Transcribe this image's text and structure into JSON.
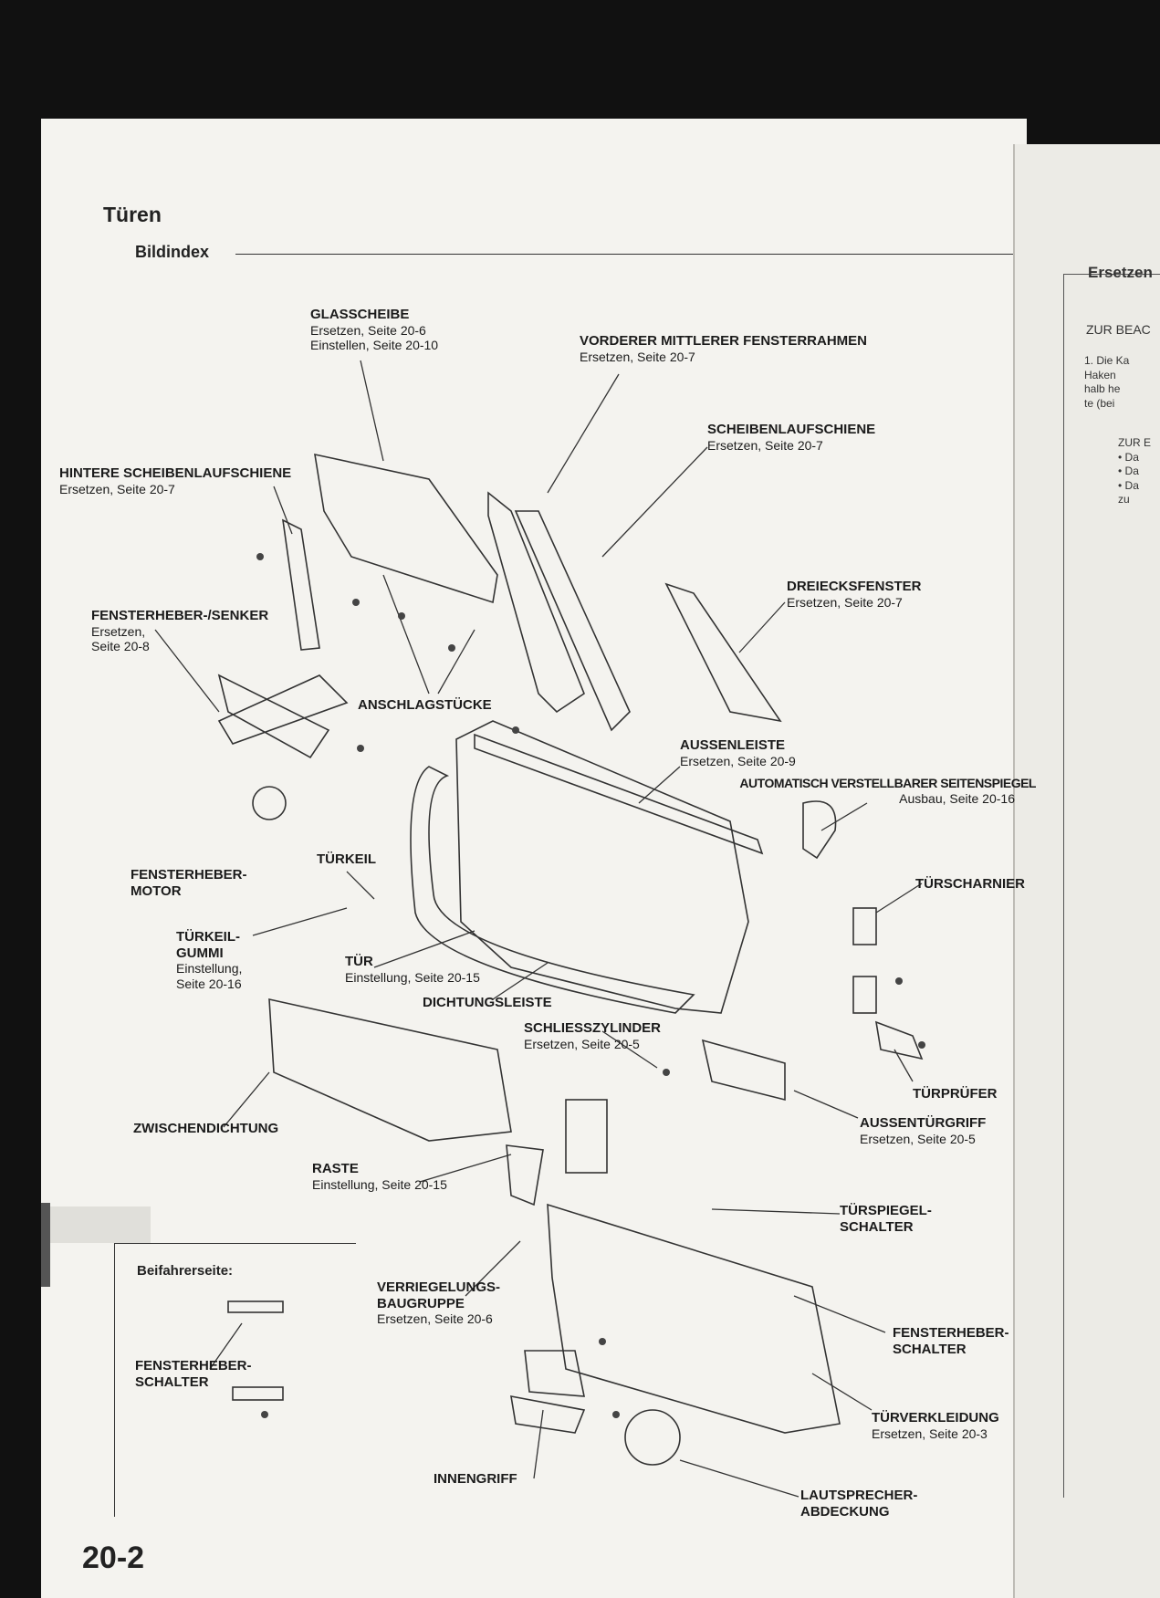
{
  "header": {
    "title": "Türen",
    "subtitle": "Bildindex"
  },
  "page_number": "20-2",
  "inset": {
    "title": "Beifahrerseite:"
  },
  "right_page": {
    "header": "Ersetzen",
    "lines": [
      "ZUR BEAC",
      "1.  Die Ka\n     Haken\n     halb he\n     te (bei",
      "ZUR E\n  • Da\n  • Da\n  • Da\n     zu"
    ]
  },
  "labels": [
    {
      "title": "GLASSCHEIBE",
      "sub": "Ersetzen, Seite 20-6\nEinstellen, Seite 20-10"
    },
    {
      "title": "VORDERER MITTLERER FENSTERRAHMEN",
      "sub": "Ersetzen, Seite 20-7"
    },
    {
      "title": "SCHEIBENLAUFSCHIENE",
      "sub": "Ersetzen, Seite 20-7"
    },
    {
      "title": "HINTERE SCHEIBENLAUFSCHIENE",
      "sub": "Ersetzen, Seite 20-7"
    },
    {
      "title": "FENSTERHEBER-/SENKER",
      "sub": "Ersetzen,\nSeite 20-8"
    },
    {
      "title": "DREIECKSFENSTER",
      "sub": "Ersetzen, Seite 20-7"
    },
    {
      "title": "ANSCHLAGSTÜCKE",
      "sub": ""
    },
    {
      "title": "AUSSENLEISTE",
      "sub": "Ersetzen, Seite 20-9"
    },
    {
      "title": "AUTOMATISCH VERSTELLBARER SEITENSPIEGEL",
      "sub": "Ausbau, Seite 20-16"
    },
    {
      "title": "TÜRKEIL",
      "sub": ""
    },
    {
      "title": "FENSTERHEBER-\nMOTOR",
      "sub": ""
    },
    {
      "title": "TÜRSCHARNIER",
      "sub": ""
    },
    {
      "title": "TÜRKEIL-\nGUMMI",
      "sub": "Einstellung,\nSeite 20-16"
    },
    {
      "title": "TÜR",
      "sub": "Einstellung, Seite 20-15"
    },
    {
      "title": "DICHTUNGSLEISTE",
      "sub": ""
    },
    {
      "title": "SCHLIESSZYLINDER",
      "sub": "Ersetzen, Seite 20-5"
    },
    {
      "title": "TÜRPRÜFER",
      "sub": ""
    },
    {
      "title": "AUSSENTÜRGRIFF",
      "sub": "Ersetzen, Seite 20-5"
    },
    {
      "title": "ZWISCHENDICHTUNG",
      "sub": ""
    },
    {
      "title": "RASTE",
      "sub": "Einstellung, Seite 20-15"
    },
    {
      "title": "TÜRSPIEGEL-\nSCHALTER",
      "sub": ""
    },
    {
      "title": "VERRIEGELUNGS-\nBAUGRUPPE",
      "sub": "Ersetzen, Seite 20-6"
    },
    {
      "title": "FENSTERHEBER-\nSCHALTER",
      "sub": ""
    },
    {
      "title": "FENSTERHEBER-\nSCHALTER",
      "sub": ""
    },
    {
      "title": "TÜRVERKLEIDUNG",
      "sub": "Ersetzen, Seite 20-3"
    },
    {
      "title": "INNENGRIFF",
      "sub": ""
    },
    {
      "title": "LAUTSPRECHER-\nABDECKUNG",
      "sub": ""
    }
  ]
}
